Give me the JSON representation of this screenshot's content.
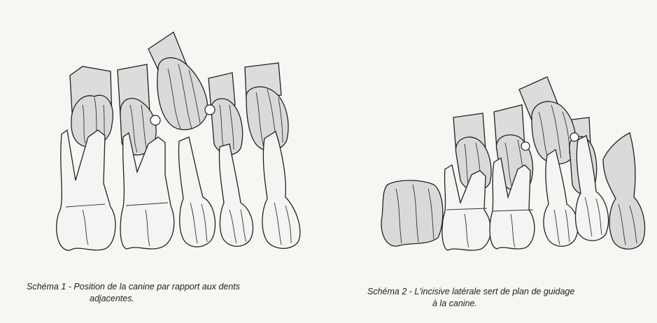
{
  "schema1": {
    "label": "Schéma 1 -",
    "caption_line1": "Position de la canine par rapport aux dents",
    "caption_line2": "adjacentes."
  },
  "schema2": {
    "label": "Schéma 2 -",
    "caption_line1": "L'incisive latérale sert de plan de guidage",
    "caption_line2": "à la canine."
  },
  "colors": {
    "background": "#f7f6f3",
    "root_fill": "#dcdcdc",
    "outline": "#222222"
  }
}
